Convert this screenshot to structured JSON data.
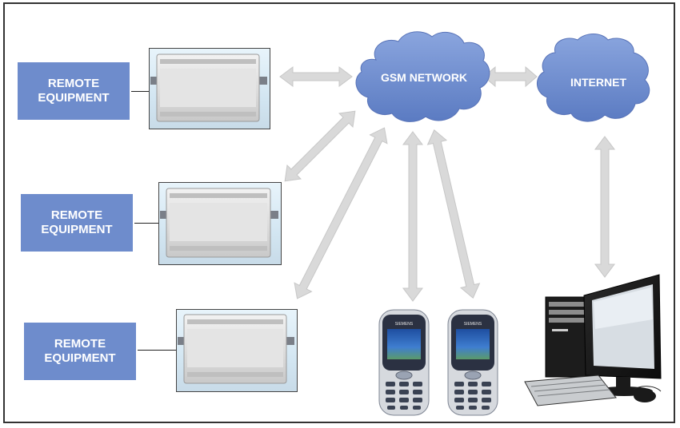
{
  "labels": {
    "remote_1": "REMOTE\nEQUIPMENT",
    "remote_2": "REMOTE\nEQUIPMENT",
    "remote_3": "REMOTE\nEQUIPMENT",
    "gsm": "GSM NETWORK",
    "internet": "INTERNET"
  },
  "phones": {
    "brand": "SIEMENS"
  },
  "colors": {
    "label_bg": "#6e8ccc",
    "cloud_fill": "#6f8dd0",
    "arrow_fill": "#d9d9d9"
  },
  "icons": [
    "remote-equipment-device",
    "gsm-cloud",
    "internet-cloud",
    "mobile-phone",
    "desktop-computer",
    "bidirectional-arrow"
  ]
}
